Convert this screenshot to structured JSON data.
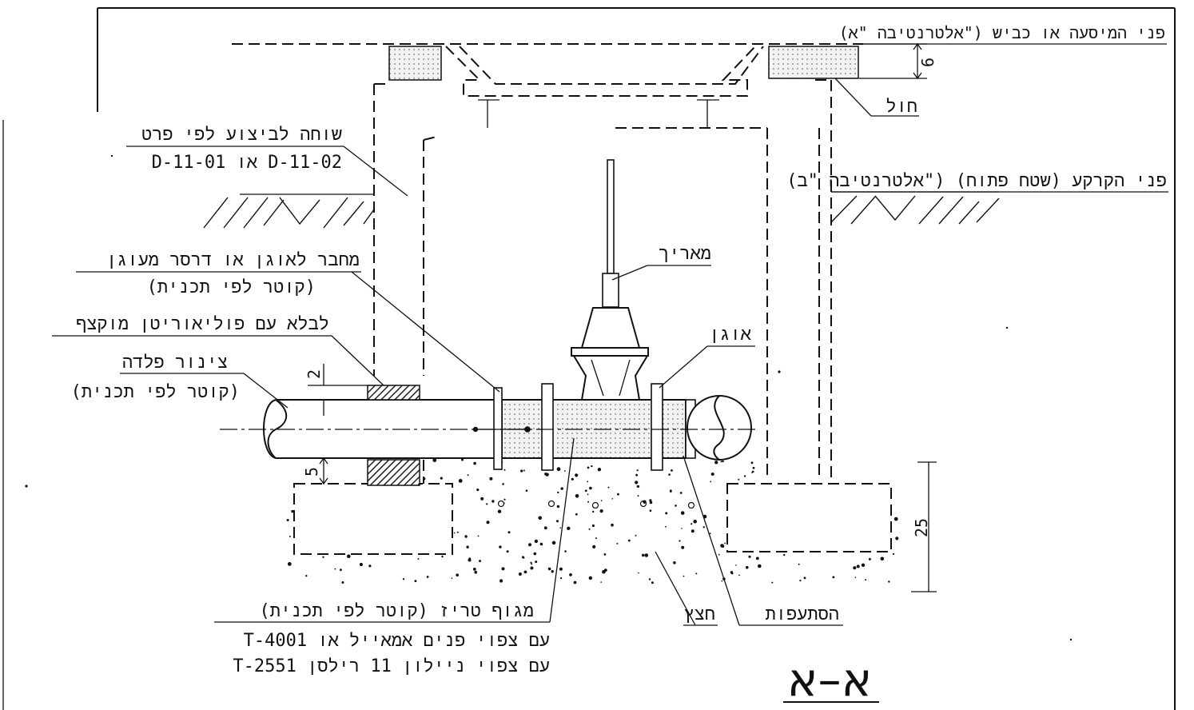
{
  "labels": {
    "alt_a": "(אלטרנטיבה \"א\") פני המיסעה או כביש",
    "dim_6": "6",
    "sand": "חול",
    "shaft_line1": "שוחה לביצוע לפי פרט",
    "shaft_line2": "D-11-01 או D-11-02",
    "alt_b": "(אלטרנטיבה \"ב\") פני הקרקע (שטח פתוח)",
    "extension": "מאריך",
    "connector_line1": "מחבר לאוגן או דרסר מעוגן",
    "connector_line2": "(קוטר לפי תכנית)",
    "bedding": "לבלא עם פוליאוריטן מוקצף",
    "pipe_line1": "צינור פלדה",
    "pipe_line2": "(קוטר לפי תכנית)",
    "flange": "אוגן",
    "dim_2": "2",
    "dim_5": "5",
    "dim_25": "25",
    "tee_line1": "מגוף טריז (קוטר לפי תכנית)",
    "tee_line2": "T-4001 עם צפוי פנים אמאייל או",
    "tee_line3": "T-2551 עם צפוי ניילון 11 רילסן",
    "gravel": "חצץ",
    "branches": "הסתעפות",
    "section_title": "א–א"
  },
  "colors": {
    "ink": "#111111",
    "paper": "#ffffff",
    "dot_fill": "#d8d8d8"
  }
}
